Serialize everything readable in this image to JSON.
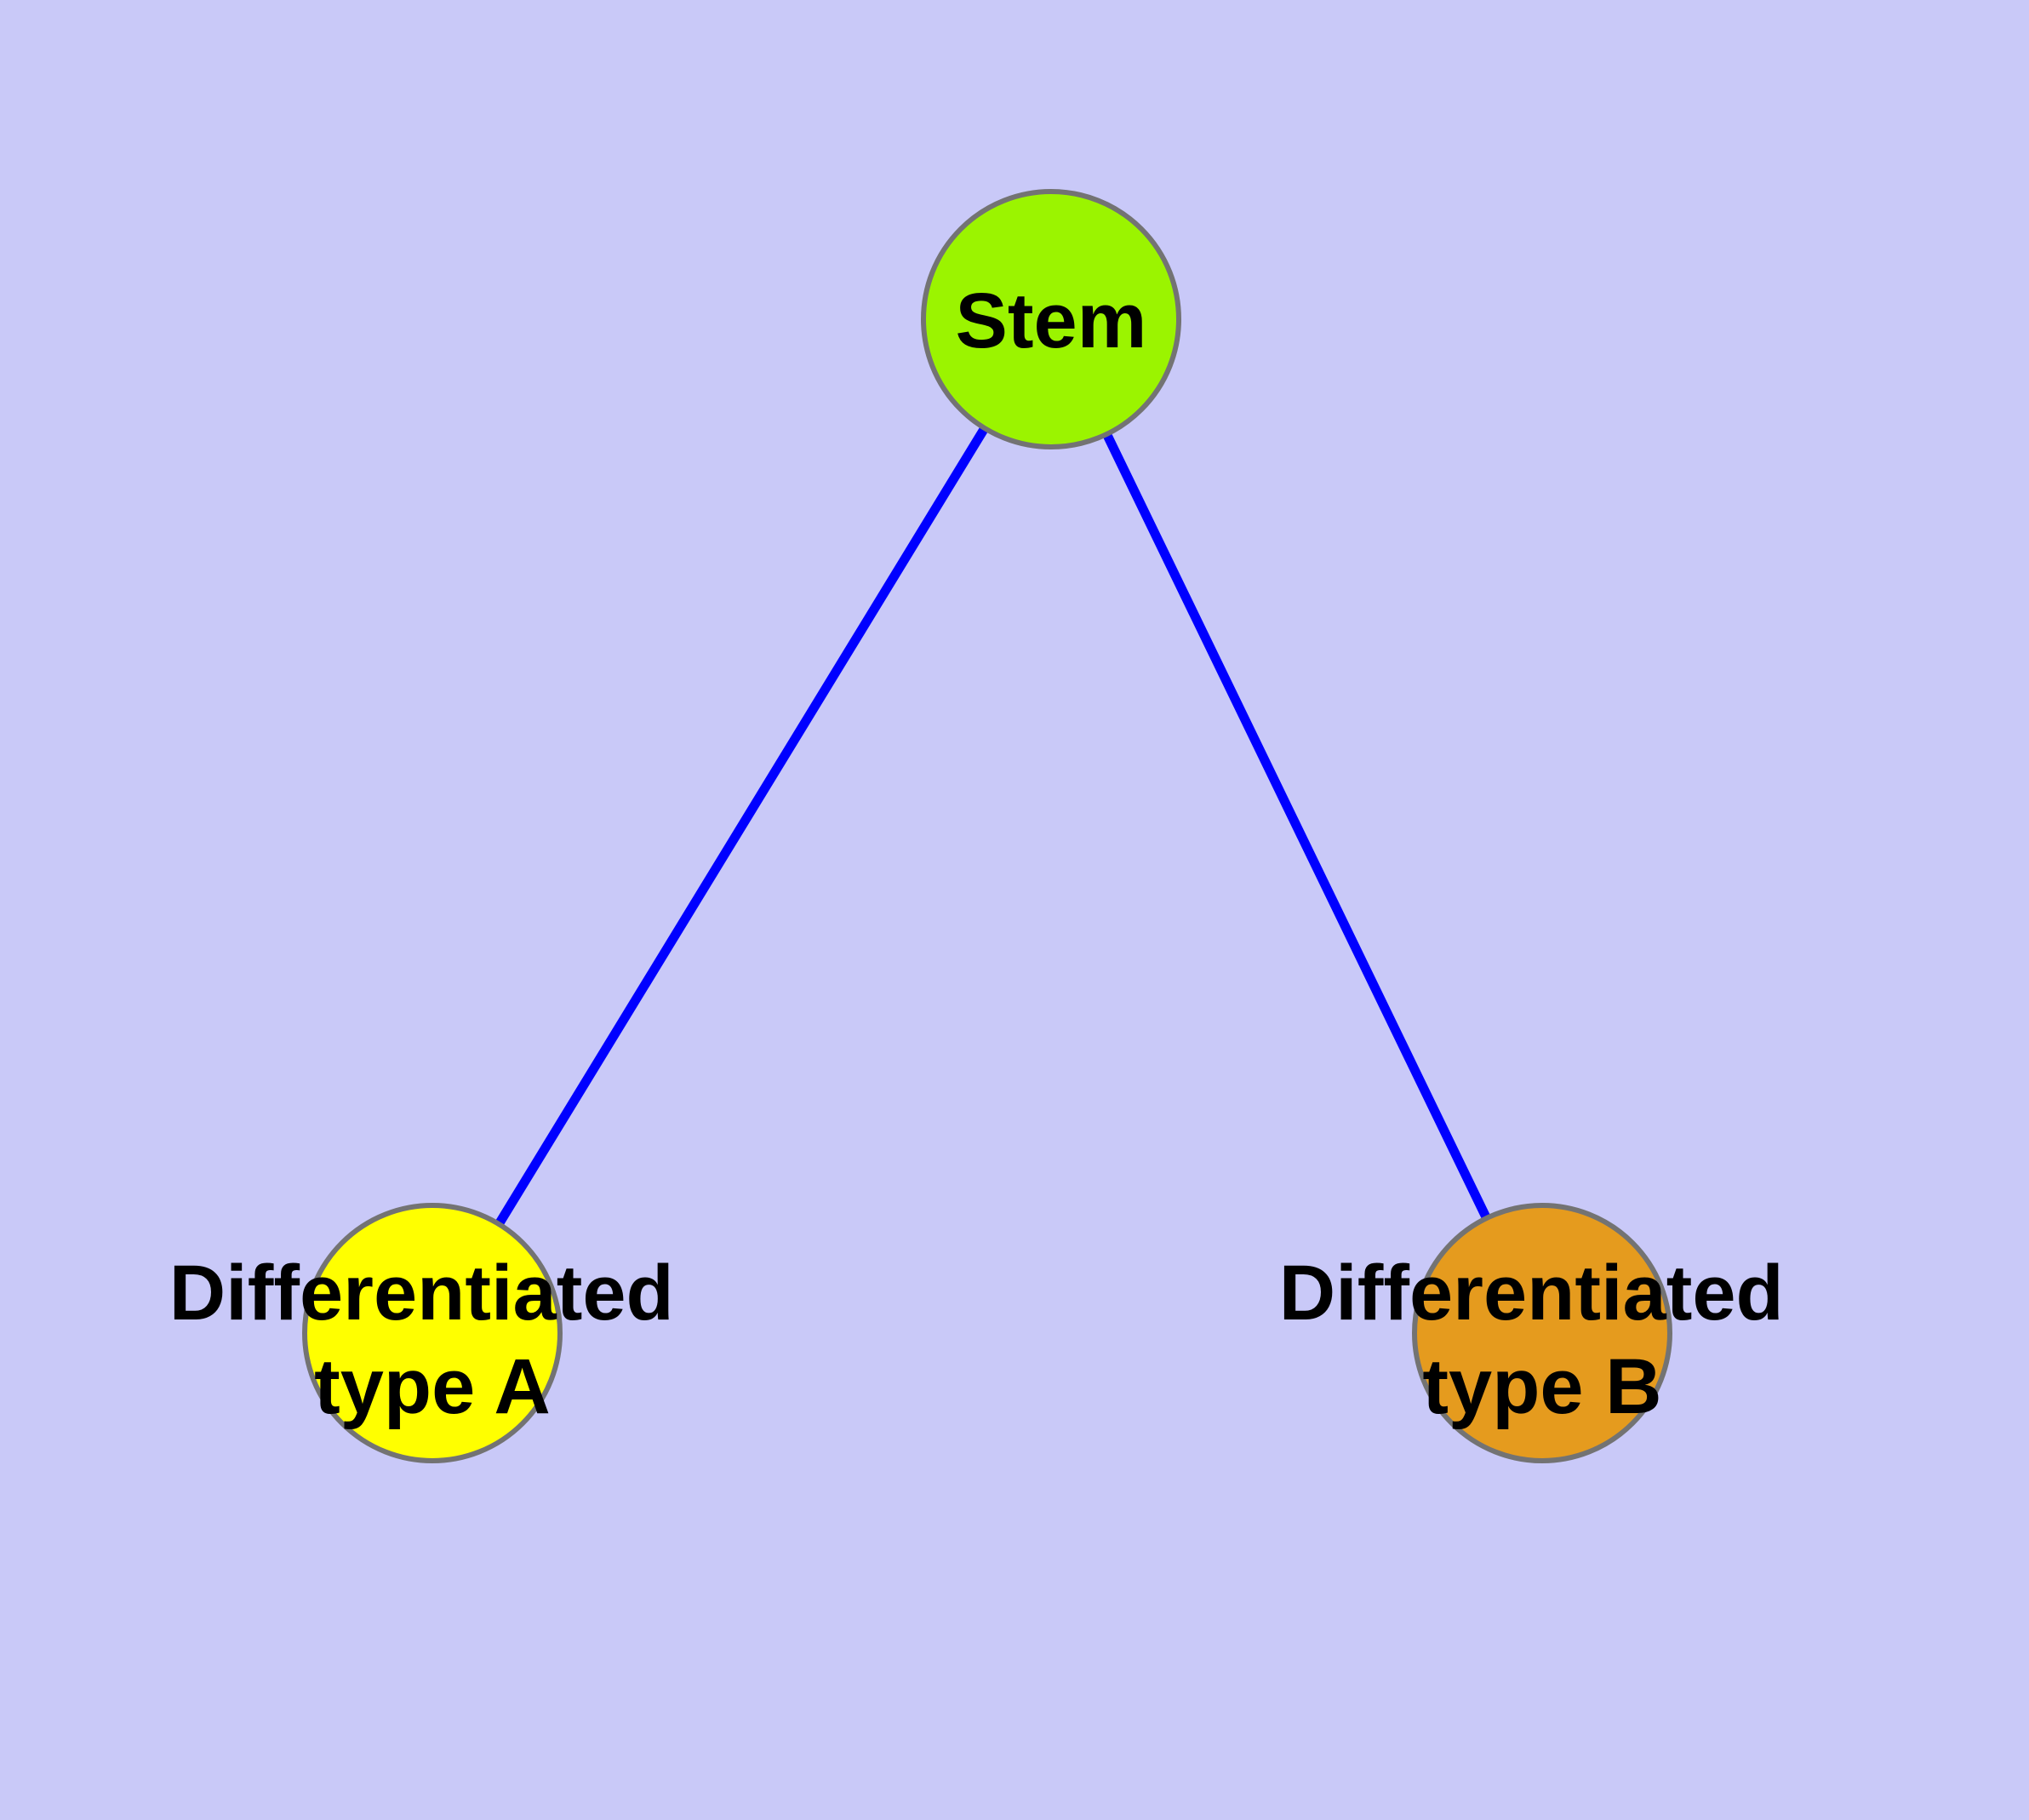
{
  "diagram": {
    "title": "",
    "background_color": "#C9C9F8",
    "edge_color": "#0000FF",
    "node_border_color": "#737373",
    "label_color": "#000000",
    "nodes": [
      {
        "id": "stem",
        "label": "Stem",
        "label_lines": [
          "Stem"
        ],
        "fill_color": "#9BF400"
      },
      {
        "id": "differentiated-type-a",
        "label": "Differentiated type A",
        "label_lines": [
          "Differentiated",
          "type A"
        ],
        "fill_color": "#FFFF00"
      },
      {
        "id": "differentiated-type-b",
        "label": "Differentiated type B",
        "label_lines": [
          "Differentiated",
          "type B"
        ],
        "fill_color": "#E59B1E"
      }
    ],
    "edges": [
      {
        "from": "stem",
        "to": "differentiated-type-a"
      },
      {
        "from": "stem",
        "to": "differentiated-type-b"
      }
    ]
  }
}
